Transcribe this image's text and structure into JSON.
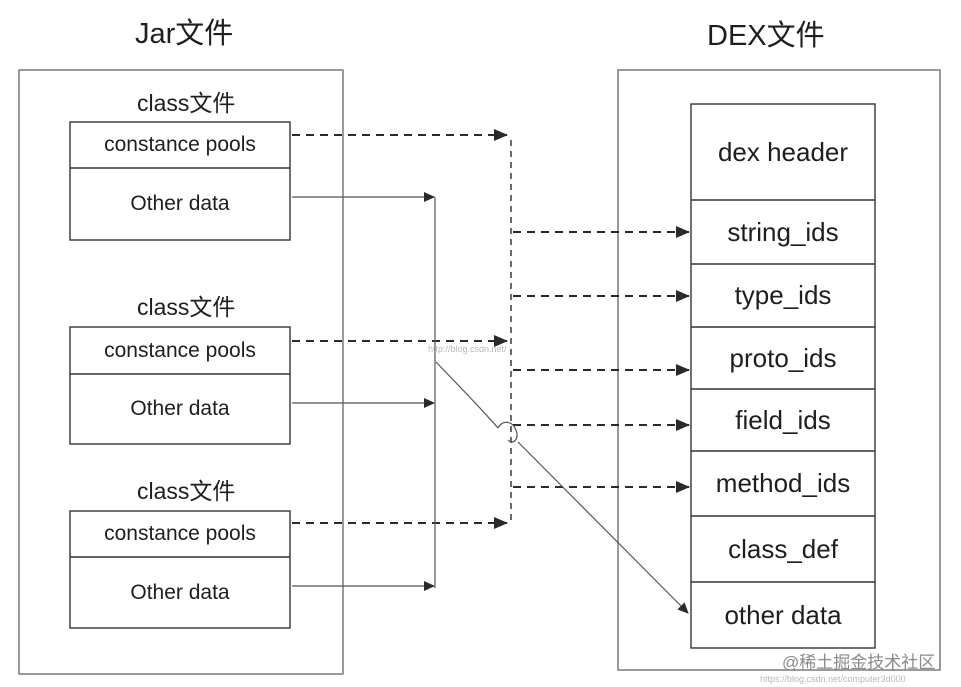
{
  "jar": {
    "title": "Jar文件",
    "classes": [
      {
        "label": "class文件",
        "rows": [
          "constance pools",
          "Other data"
        ]
      },
      {
        "label": "class文件",
        "rows": [
          "constance pools",
          "Other data"
        ]
      },
      {
        "label": "class文件",
        "rows": [
          "constance pools",
          "Other data"
        ]
      }
    ]
  },
  "dex": {
    "title": "DEX文件",
    "sections": [
      "dex header",
      "string_ids",
      "type_ids",
      "proto_ids",
      "field_ids",
      "method_ids",
      "class_def",
      "other data"
    ]
  },
  "watermark": {
    "mid": "http://blog.csdn.net/",
    "bottom": "https://blog.csdn.net/computer3d000",
    "brand": "@稀土掘金技术社区"
  }
}
